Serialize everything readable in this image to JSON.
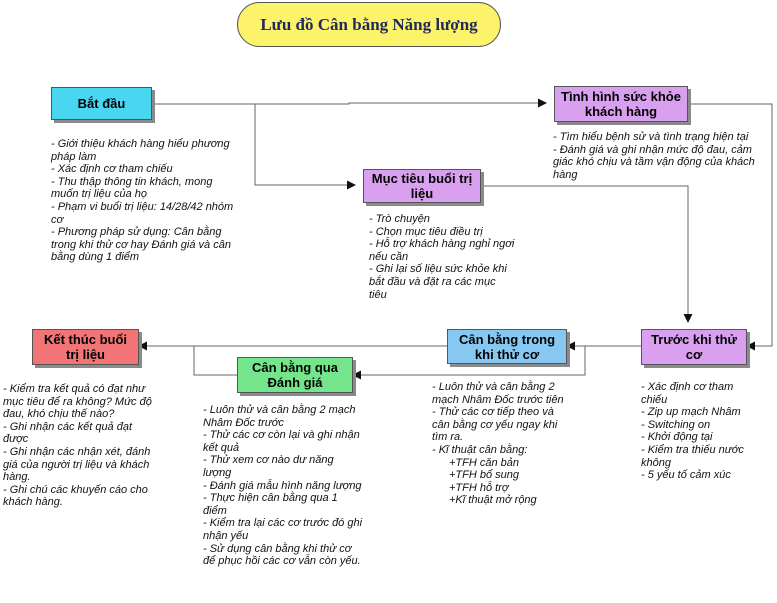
{
  "title": "Lưu đồ Cân bằng Năng lượng",
  "nodes": {
    "start": "Bắt đầu",
    "health": "Tình hình sức khỏe khách hàng",
    "goals": "Mục tiêu buổi trị liệu",
    "before": "Trước khi thử cơ",
    "during": "Cân bằng trong khi thử cơ",
    "eval": "Cân bằng qua Đánh giá",
    "end": "Kết thúc buổi trị liệu"
  },
  "notes": {
    "start": [
      "- Giới thiệu khách hàng hiểu phương pháp làm",
      "- Xác định cơ tham chiếu",
      "- Thu thập thông tin khách, mong muốn trị liệu của họ",
      "- Phạm vi buổi trị liệu: 14/28/42 nhóm cơ",
      "- Phương pháp sử dụng: Cân bằng trong khi thử cơ hay Đánh giá và cân bằng dùng 1 điểm"
    ],
    "health": [
      "- Tìm hiểu bệnh sử và tình trạng hiện tại",
      "- Đánh giá và ghi nhận mức độ đau, cảm giác khó chịu và tầm vận động của khách hàng"
    ],
    "goals": [
      "- Trò chuyện",
      "- Chọn mục tiêu điều trị",
      "- Hỗ trợ khách hàng nghỉ ngơi nếu cần",
      "- Ghi lại số liệu sức khỏe khi bắt đầu và đặt ra các mục tiêu"
    ],
    "before": [
      "- Xác định cơ tham chiếu",
      "- Zip up mạch Nhâm",
      "- Switching on",
      "- Khởi động tại",
      "- Kiểm tra thiếu nước không",
      "- 5 yếu tố cảm xúc"
    ],
    "during": [
      "- Luôn thử và cân bằng 2 mạch Nhâm Đốc trước tiên",
      "- Thử các cơ tiếp theo và cân bằng cơ yếu ngay khi tìm ra.",
      "- Kĩ thuật cân bằng:"
    ],
    "during_sub": [
      "+TFH căn bản",
      "+TFH bổ sung",
      "+TFH hỗ trợ",
      "+Kĩ thuật mở rộng"
    ],
    "eval": [
      "- Luôn thử và cân bằng 2 mạch Nhâm Đốc trước",
      "- Thử các cơ còn lại và ghi nhận kết quả",
      "- Thử xem cơ nào dư năng lượng",
      "- Đánh giá mẫu hình năng lượng",
      "- Thực hiện cân bằng qua 1 điểm",
      "- Kiểm tra lại các cơ trước đó ghi nhận yếu",
      "- Sử dụng cân bằng khi thử cơ để phục hồi các cơ vẫn còn yếu."
    ],
    "end": [
      "- Kiểm tra kết quả có đạt như mục tiêu để ra không? Mức độ đau, khó chịu thế nào?",
      "- Ghi nhận các kết quả đạt được",
      "- Ghi nhận các nhận xét, đánh giá của người trị liệu và khách hàng.",
      "- Ghi chú các khuyến cáo cho khách hàng."
    ]
  }
}
